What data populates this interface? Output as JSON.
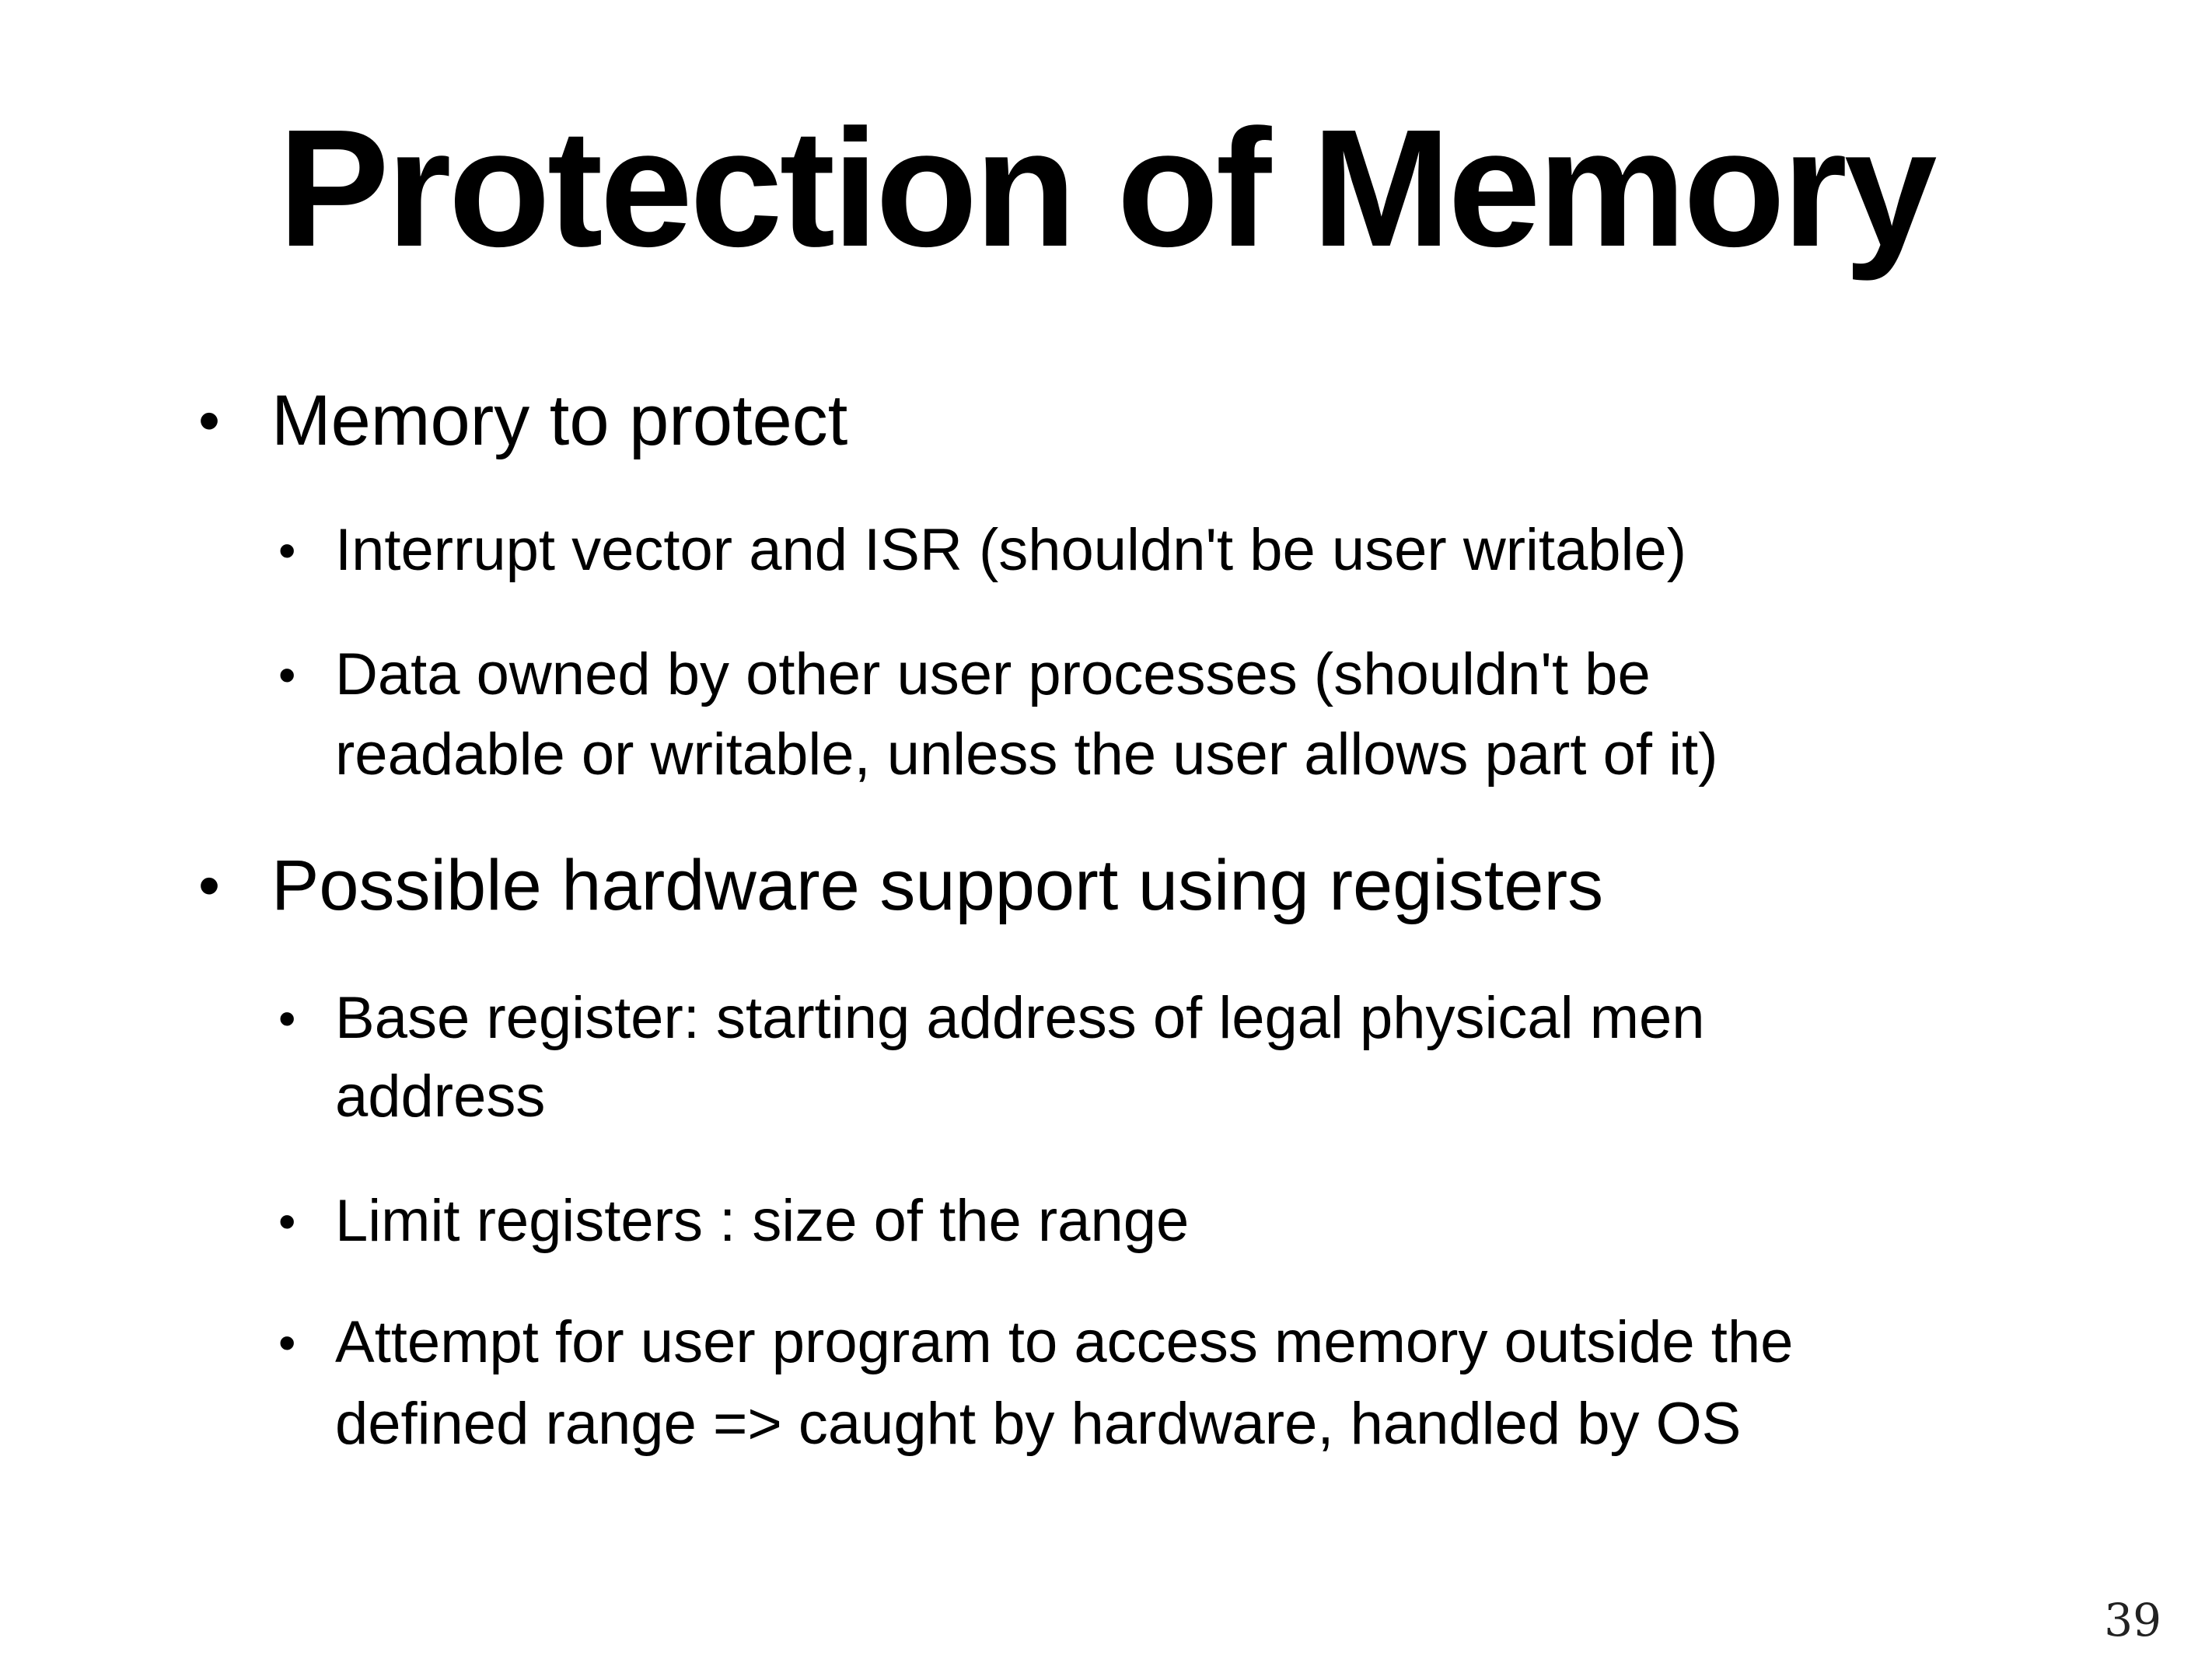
{
  "slide": {
    "title": "Protection of Memory",
    "bullet_glyph": "•",
    "sections": [
      {
        "heading": "Memory to protect",
        "items": [
          {
            "lines": [
              "Interrupt vector and ISR (shouldn't be user writable)"
            ]
          },
          {
            "lines": [
              "Data owned by other user processes (shouldn't be",
              "readable or writable, unless the user allows part of it)"
            ]
          }
        ]
      },
      {
        "heading": "Possible hardware support using registers",
        "items": [
          {
            "lines": [
              "Base register: starting address of legal physical men",
              "address"
            ]
          },
          {
            "lines": [
              "Limit registers : size of the range"
            ]
          },
          {
            "lines": [
              "Attempt for user program to access memory outside the",
              "defined range => caught by hardware, handled by OS"
            ]
          }
        ]
      }
    ],
    "page_number": "39"
  }
}
